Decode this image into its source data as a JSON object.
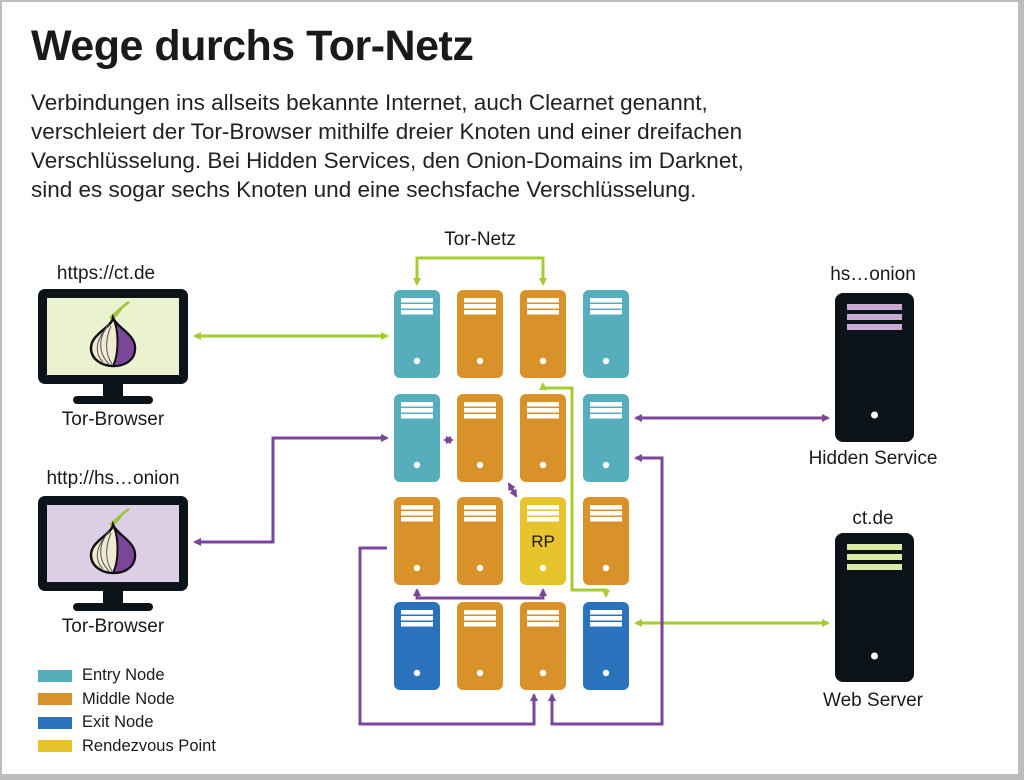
{
  "title": "Wege durchs Tor-Netz",
  "intro": "Verbindungen ins allseits bekannte Internet, auch Clearnet genannt, verschleiert der Tor-Browser mithilfe dreier Knoten und einer dreifachen Verschlüsselung. Bei Hidden Services, den Onion-Domains im Darknet, sind es sogar sechs Knoten und eine sechsfache Verschlüsselung.",
  "intro_lines": [
    "Verbindungen ins allseits bekannte Internet, auch Clearnet genannt,",
    "verschleiert der Tor-Browser mithilfe dreier Knoten und einer dreifachen",
    "Verschlüsselung. Bei Hidden Services, den Onion-Domains im Darknet,",
    "sind es sogar sechs Knoten und eine sechsfache Verschlüsselung."
  ],
  "colors": {
    "entry": "#56aebd",
    "middle": "#d9922a",
    "exit": "#2b72bc",
    "rendezvous": "#e8c42c",
    "clearnet_path": "#a5cc30",
    "hidden_path": "#7b4699",
    "device": "#0d1419",
    "screen_clearnet": "#eaf2d0",
    "screen_onion": "#dccfe5",
    "hs_stripes": "#c9abd3",
    "web_stripes": "#dbe8a6"
  },
  "network": {
    "label": "Tor-Netz",
    "grid": [
      [
        "entry",
        "middle",
        "middle",
        "entry"
      ],
      [
        "entry",
        "middle",
        "middle",
        "entry"
      ],
      [
        "middle",
        "middle",
        "rendezvous",
        "middle"
      ],
      [
        "exit",
        "middle",
        "middle",
        "exit"
      ]
    ],
    "rendezvous_label": "RP"
  },
  "clients": [
    {
      "url": "https://ct.de",
      "name": "Tor-Browser",
      "screen": "clearnet",
      "icon": "tor-onion-icon"
    },
    {
      "url": "http://hs…onion",
      "name": "Tor-Browser",
      "screen": "onion",
      "icon": "tor-onion-icon"
    }
  ],
  "servers": [
    {
      "host": "hs…onion",
      "name": "Hidden Service",
      "stripes": "hs"
    },
    {
      "host": "ct.de",
      "name": "Web Server",
      "stripes": "web"
    }
  ],
  "legend": [
    {
      "label": "Entry Node",
      "type": "entry"
    },
    {
      "label": "Middle Node",
      "type": "middle"
    },
    {
      "label": "Exit Node",
      "type": "exit"
    },
    {
      "label": "Rendezvous Point",
      "type": "rendezvous"
    }
  ]
}
